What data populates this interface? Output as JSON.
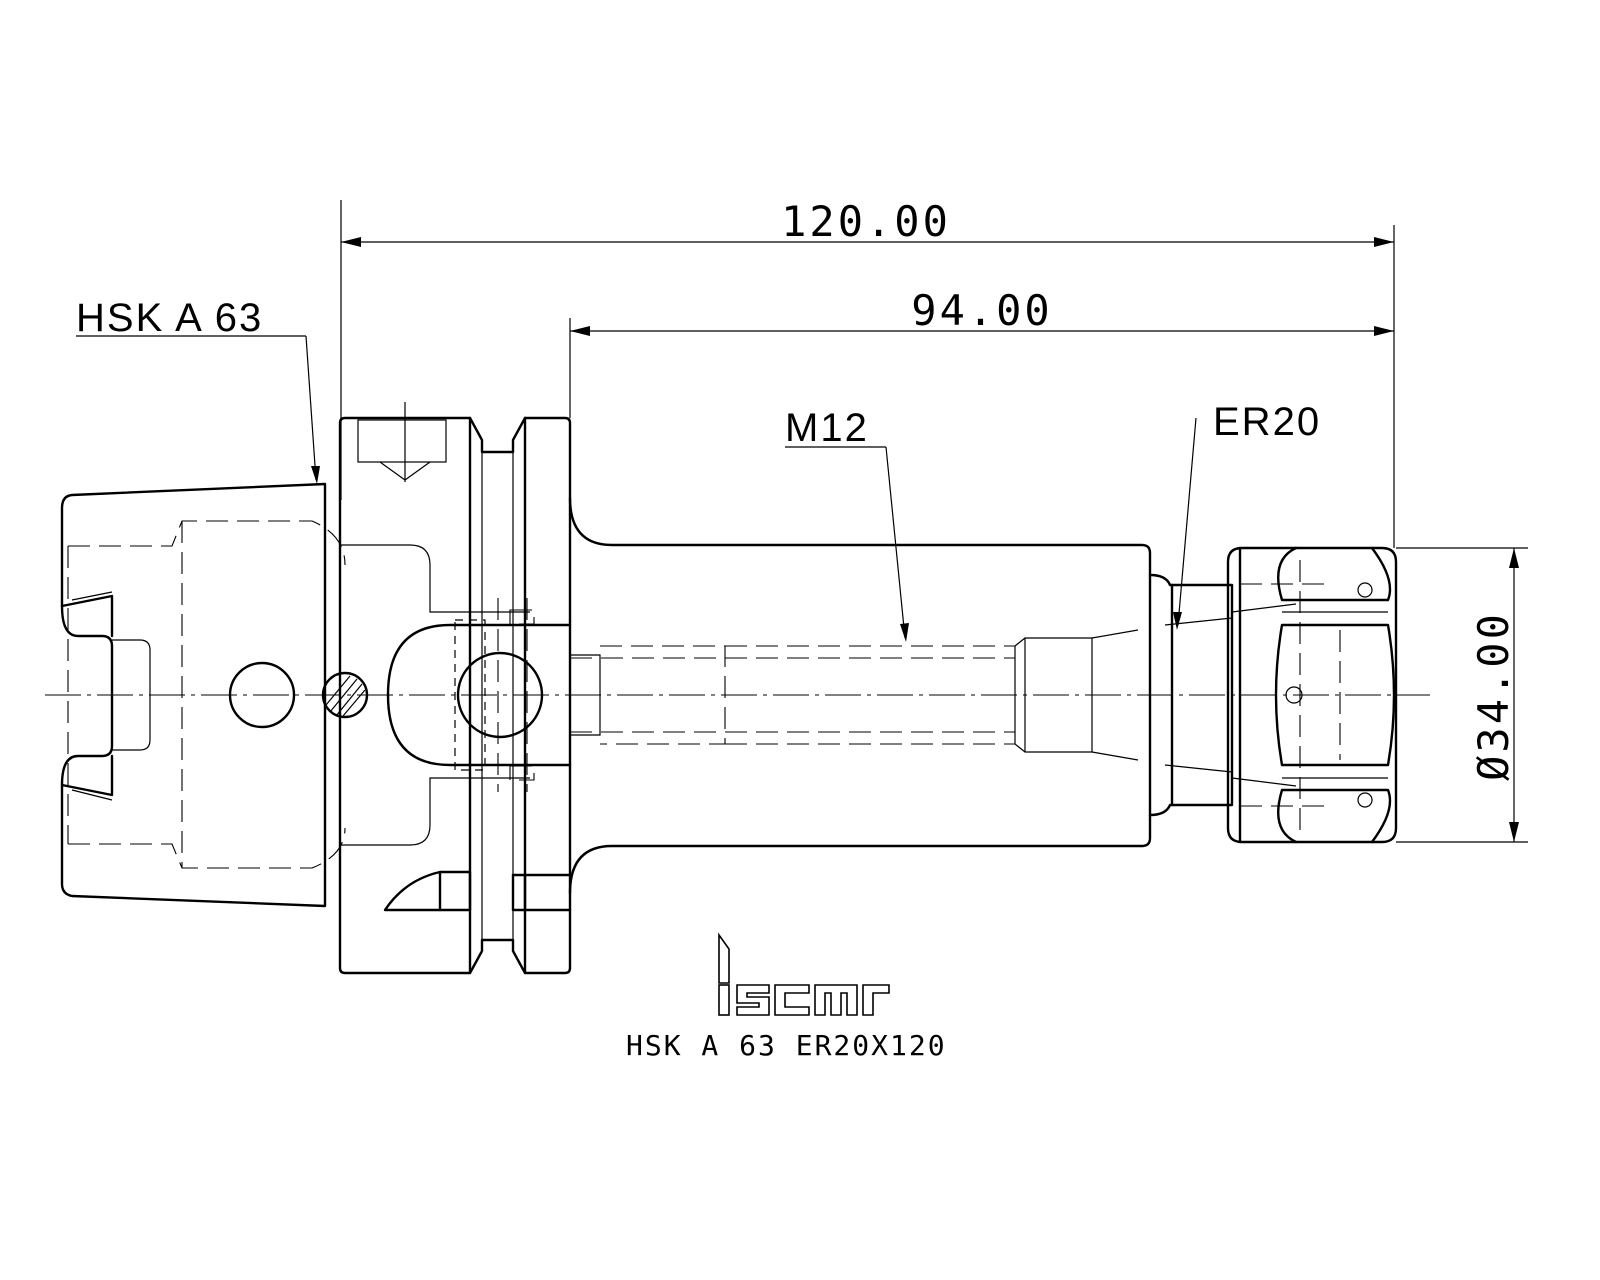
{
  "dimensions": {
    "overall_length": "120.00",
    "gauge_length": "94.00",
    "nut_diameter": "Ø34.00"
  },
  "callouts": {
    "interface": "HSK A 63",
    "thread": "M12",
    "collet": "ER20"
  },
  "title_block": {
    "brand": "iscar",
    "designation": "HSK A 63 ER20X120"
  }
}
